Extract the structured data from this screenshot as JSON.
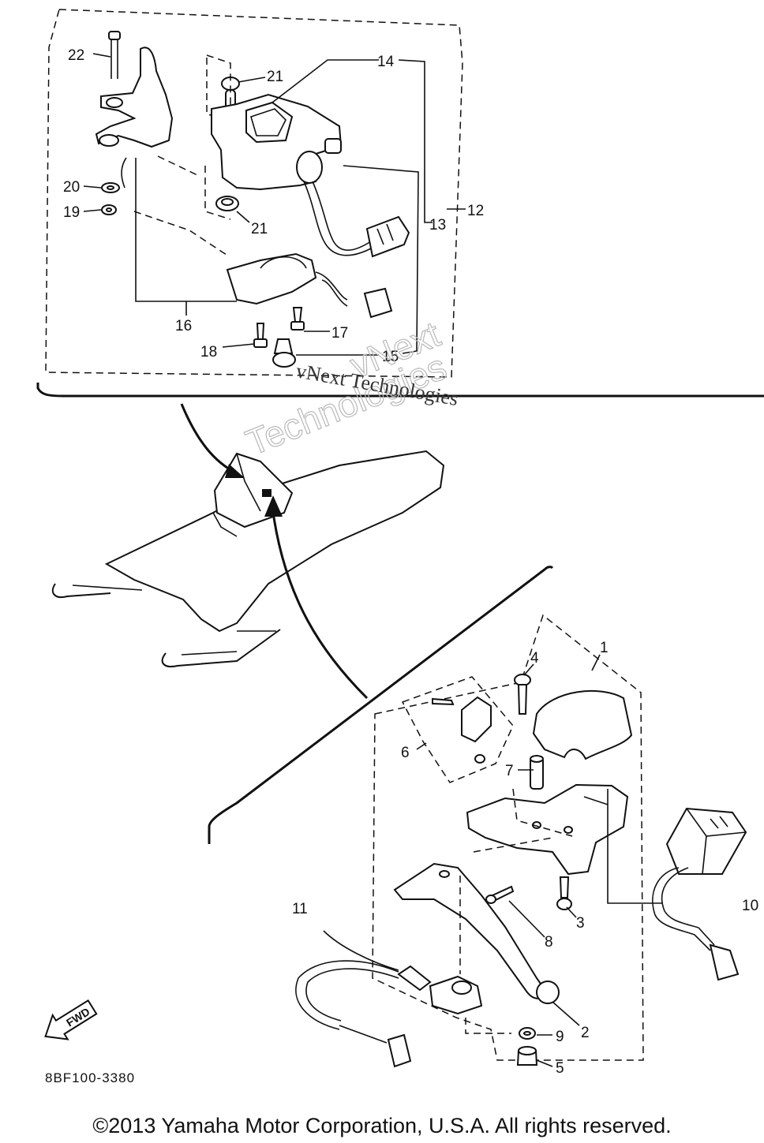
{
  "diagram": {
    "part_labels": {
      "p1": "1",
      "p2": "2",
      "p3": "3",
      "p4": "4",
      "p5": "5",
      "p6": "6",
      "p7": "7",
      "p8": "8",
      "p9": "9",
      "p10": "10",
      "p11": "11",
      "p12": "12",
      "p13": "13",
      "p14": "14",
      "p15": "15",
      "p16": "16",
      "p17": "17",
      "p18": "18",
      "p19": "19",
      "p20": "20",
      "p21a": "21",
      "p21b": "21",
      "p22": "22"
    },
    "direction_marker": "FWD",
    "diagram_code": "8BF100-3380"
  },
  "watermark": {
    "line1": "vNext",
    "line2": "Technologies",
    "line3": "vNext Technologies"
  },
  "footer": {
    "copyright": "©2013 Yamaha Motor Corporation, U.S.A. All rights reserved."
  }
}
